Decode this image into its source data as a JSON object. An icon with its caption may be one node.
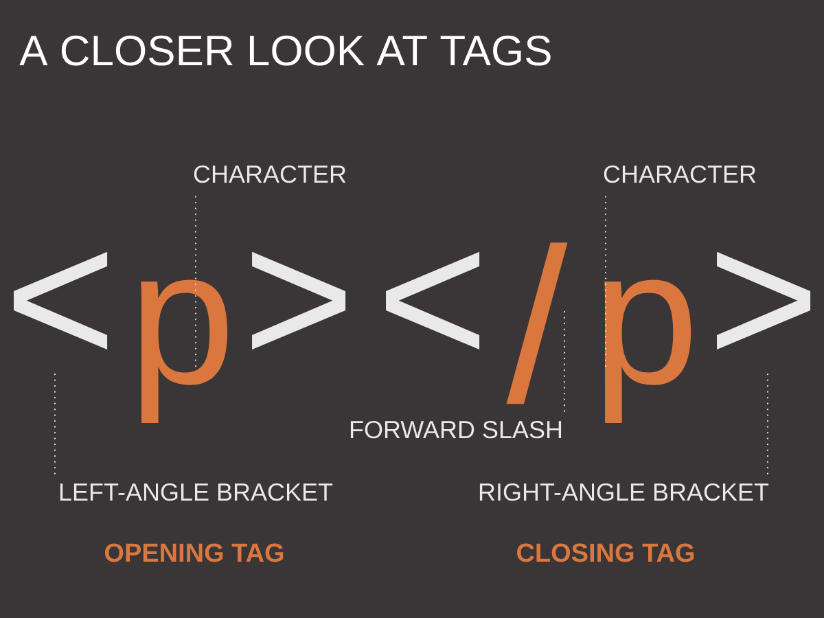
{
  "diagram": {
    "title": "A CLOSER LOOK AT TAGS",
    "nodes": [
      {
        "text": [
          "CHARACTER"
        ]
      },
      {
        "text": [
          "CHARACTER"
        ]
      },
      {
        "text": [
          "<"
        ]
      },
      {
        "text": [
          "p"
        ]
      },
      {
        "text": [
          ">"
        ]
      },
      {
        "text": [
          "<"
        ]
      },
      {
        "text": [
          "/"
        ]
      },
      {
        "text": [
          "p"
        ]
      },
      {
        "text": [
          ">"
        ]
      },
      {
        "text": [
          "FORWARD SLASH"
        ]
      },
      {
        "text": [
          "LEFT-ANGLE BRACKET"
        ]
      },
      {
        "text": [
          "RIGHT-ANGLE BRACKET"
        ]
      }
    ],
    "edges": [
      {
        "from": 0,
        "to": 3,
        "arrow": "none"
      },
      {
        "from": 1,
        "to": 7,
        "arrow": "none"
      },
      {
        "from": 9,
        "to": 6,
        "arrow": "none"
      },
      {
        "from": 10,
        "to": 2,
        "arrow": "none"
      },
      {
        "from": 11,
        "to": 8,
        "arrow": "none"
      }
    ],
    "labels": [
      "OPENING TAG",
      "CLOSING TAG"
    ]
  }
}
